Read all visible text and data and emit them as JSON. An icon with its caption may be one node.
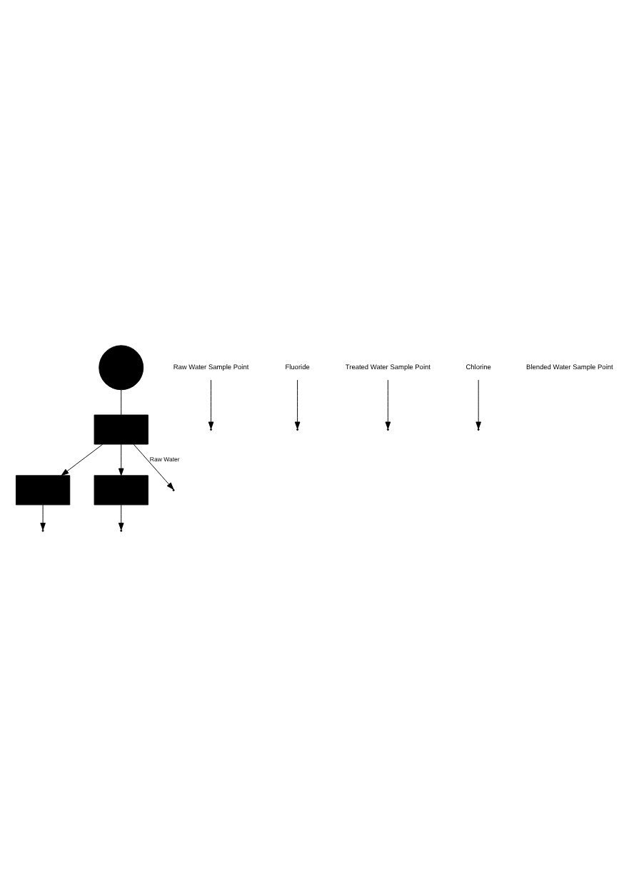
{
  "diagram": {
    "nodes": [
      {
        "text": [],
        "shape": "circle"
      },
      {
        "text": [],
        "shape": "box"
      },
      {
        "text": [],
        "shape": "box"
      },
      {
        "text": [],
        "shape": "box"
      },
      {
        "text": [
          "Raw Water Sample Point"
        ]
      },
      {
        "text": [
          "Fluoride"
        ]
      },
      {
        "text": [
          "Treated Water Sample Point"
        ]
      },
      {
        "text": [
          "Chlorine"
        ]
      }
    ],
    "edges": [
      {
        "from": 0,
        "to": 1,
        "arrow": "none"
      },
      {
        "from": 1,
        "to": 2,
        "arrow": "to"
      },
      {
        "from": 1,
        "to": 3,
        "arrow": "to"
      },
      {
        "from": 1,
        "to": null,
        "arrow": "to",
        "label": "Raw Water"
      },
      {
        "from": 2,
        "to": null,
        "arrow": "to"
      },
      {
        "from": 3,
        "to": null,
        "arrow": "to"
      },
      {
        "from": 4,
        "to": null,
        "arrow": "to"
      },
      {
        "from": 5,
        "to": null,
        "arrow": "to"
      },
      {
        "from": 6,
        "to": null,
        "arrow": "to"
      },
      {
        "from": 7,
        "to": null,
        "arrow": "to"
      }
    ],
    "labels": [
      "Blended Water Sample Point"
    ]
  }
}
